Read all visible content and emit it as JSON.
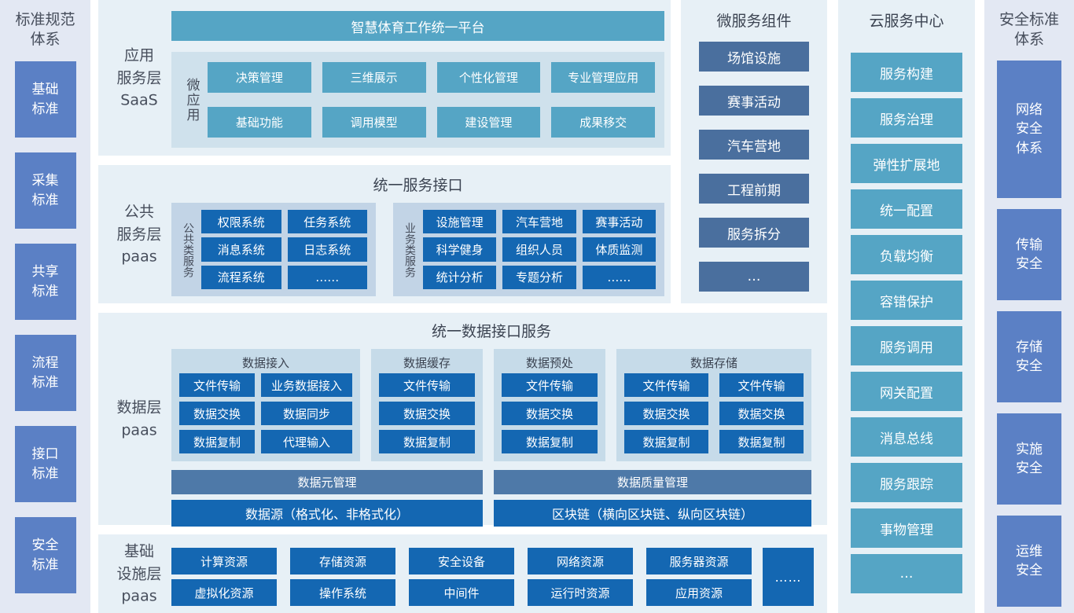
{
  "colors": {
    "teal": "#55a5c5",
    "dark_blue": "#1467b2",
    "slate_bar": "#4e79a8",
    "steel_box": "#4a6f9e",
    "periwinkle": "#5b80c5",
    "section_bg": "#e7f0f6",
    "sidebar_bg": "#e3e8f3",
    "inner_panel_bg": "#cfe1ec",
    "subpanel_bg": "#c2d4e6",
    "data_subpanel_bg": "#c6dbe9"
  },
  "left_sidebar": {
    "title": "标准规范\n体系",
    "items": [
      "基础\n标准",
      "采集\n标准",
      "共享\n标准",
      "流程\n标准",
      "接口\n标准",
      "安全\n标准"
    ]
  },
  "right_sidebar": {
    "title": "安全标准\n体系",
    "items": [
      "网络\n安全\n体系",
      "传输\n安全",
      "存储\n安全",
      "实施\n安全",
      "运维\n安全"
    ]
  },
  "app_layer": {
    "label": "应用\n服务层\nSaaS",
    "platform_title": "智慧体育工作统一平台",
    "micro_app_label": "微应用",
    "apps": [
      "决策管理",
      "三维展示",
      "个性化管理",
      "专业管理应用",
      "基础功能",
      "调用模型",
      "建设管理",
      "成果移交"
    ]
  },
  "public_service_layer": {
    "label": "公共\n服务层\npaas",
    "title": "统一服务接口",
    "public_group": {
      "label": "公共类服务",
      "items": [
        "权限系统",
        "任务系统",
        "消息系统",
        "日志系统",
        "流程系统",
        "……"
      ]
    },
    "business_group": {
      "label": "业务类服务",
      "items": [
        "设施管理",
        "汽车营地",
        "赛事活动",
        "科学健身",
        "组织人员",
        "体质监测",
        "统计分析",
        "专题分析",
        "……"
      ]
    }
  },
  "data_layer": {
    "label": "数据层\npaas",
    "title": "统一数据接口服务",
    "group_access": {
      "title": "数据接入",
      "items": [
        "文件传输",
        "业务数据接入",
        "数据交换",
        "数据同步",
        "数据复制",
        "代理输入"
      ]
    },
    "group_cache": {
      "title": "数据缓存",
      "items": [
        "文件传输",
        "数据交换",
        "数据复制"
      ]
    },
    "group_preprocess": {
      "title": "数据预处",
      "items": [
        "文件传输",
        "数据交换",
        "数据复制"
      ]
    },
    "group_storage": {
      "title": "数据存储",
      "items": [
        "文件传输",
        "文件传输",
        "数据交换",
        "数据交换",
        "数据复制",
        "数据复制"
      ]
    },
    "mgmt_bars": [
      "数据元管理",
      "数据质量管理"
    ],
    "source_bars": [
      "数据源（格式化、非格式化）",
      "区块链（横向区块链、纵向区块链）"
    ]
  },
  "infra_layer": {
    "label": "基础\n设施层\npaas",
    "items": [
      "计算资源",
      "存储资源",
      "安全设备",
      "网络资源",
      "服务器资源",
      "虚拟化资源",
      "操作系统",
      "中间件",
      "运行时资源",
      "应用资源"
    ],
    "more": "……"
  },
  "microservices": {
    "title": "微服务组件",
    "items": [
      "场馆设施",
      "赛事活动",
      "汽车营地",
      "工程前期",
      "服务拆分",
      "…"
    ]
  },
  "cloud_center": {
    "title": "云服务中心",
    "items": [
      "服务构建",
      "服务治理",
      "弹性扩展地",
      "统一配置",
      "负载均衡",
      "容错保护",
      "服务调用",
      "网关配置",
      "消息总线",
      "服务跟踪",
      "事物管理",
      "…"
    ]
  }
}
